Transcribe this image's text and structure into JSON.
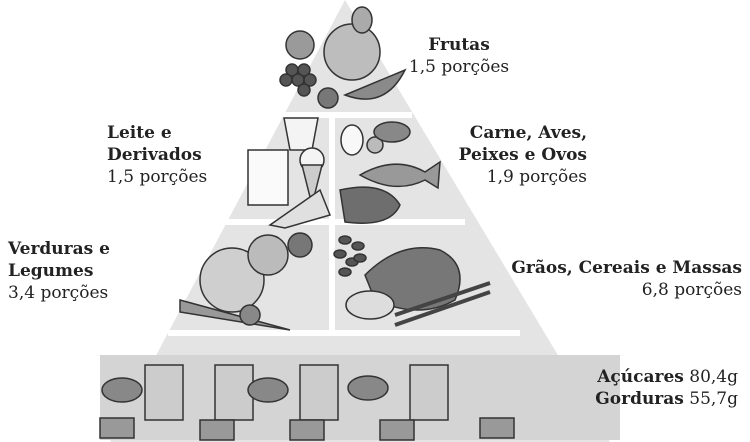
{
  "groups": {
    "fruits": {
      "name": "Frutas",
      "amount": "1,5 porções"
    },
    "dairy": {
      "name_line1": "Leite e",
      "name_line2": "Derivados",
      "amount": "1,5 porções"
    },
    "meat": {
      "name_line1": "Carne, Aves,",
      "name_line2": "Peixes e Ovos",
      "amount": "1,9 porções"
    },
    "vegetables": {
      "name_line1": "Verduras e",
      "name_line2": "Legumes",
      "amount": "3,4 porções"
    },
    "grains": {
      "name": "Grãos, Cereais e Massas",
      "amount": "6,8 porções"
    },
    "sugars": {
      "name": "Açúcares",
      "amount": "80,4g"
    },
    "fats": {
      "name": "Gorduras",
      "amount": "55,7g"
    }
  },
  "colors": {
    "pyramid_fill": "#e8e8e8",
    "band_fill": "#d8d8d8",
    "divider": "#ffffff",
    "ink": "#222222"
  },
  "tiers": [
    {
      "name": "fruits",
      "illustrations": [
        "grapes-icon",
        "melon-icon",
        "watermelon-slice-icon",
        "apple-icon",
        "pear-icon"
      ]
    },
    {
      "name": "dairy-and-meat",
      "illustrations": [
        "yogurt-cup-icon",
        "milk-glass-icon",
        "ice-cream-icon",
        "cheese-wedge-icon",
        "egg-icon",
        "fish-icon",
        "steak-icon",
        "chicken-leg-icon"
      ]
    },
    {
      "name": "vegetables-and-grains",
      "illustrations": [
        "lettuce-icon",
        "carrot-icon",
        "tomato-icon",
        "bread-loaf-icon",
        "breadstick-icon",
        "beans-icon"
      ]
    },
    {
      "name": "sugars-and-fats",
      "illustrations": [
        "sweets-jar-icon",
        "burger-icon",
        "candy-icon"
      ]
    }
  ]
}
